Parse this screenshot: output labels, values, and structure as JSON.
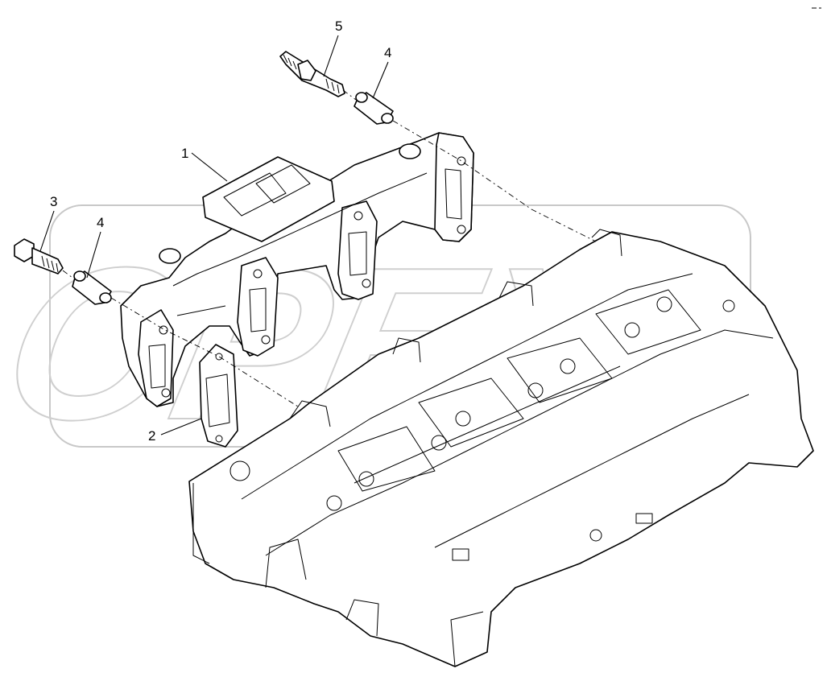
{
  "diagram": {
    "callouts": [
      {
        "id": "1",
        "label": "1"
      },
      {
        "id": "2",
        "label": "2"
      },
      {
        "id": "3",
        "label": "3"
      },
      {
        "id": "4a",
        "label": "4"
      },
      {
        "id": "4b",
        "label": "4"
      },
      {
        "id": "5",
        "label": "5"
      }
    ],
    "watermark_text": "OPEX"
  }
}
